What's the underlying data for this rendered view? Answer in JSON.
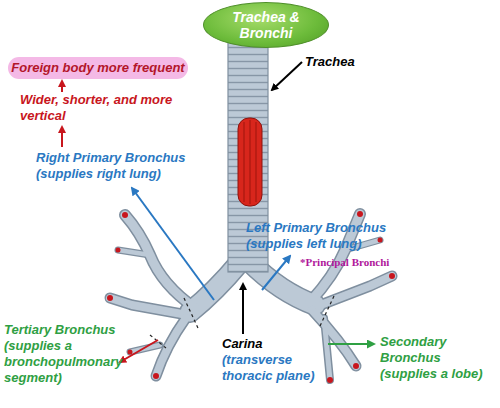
{
  "diagram": {
    "nodes": [
      {
        "text": [
          "Trachea & Bronchi"
        ]
      },
      {
        "text": [
          "Foreign body more frequent"
        ]
      }
    ],
    "labels": [
      "Trachea",
      "Wider, shorter, and more vertical",
      "Right Primary Bronchus (supplies right lung)",
      "Left Primary Bronchus (supplies left lung)",
      "*Principal Bronchi",
      "Carina",
      "(transverse thoracic plane)",
      "Tertiary Bronchus (supplies a bronchopulmonary segment)",
      "Secondary Bronchus (supplies a lobe)"
    ]
  }
}
